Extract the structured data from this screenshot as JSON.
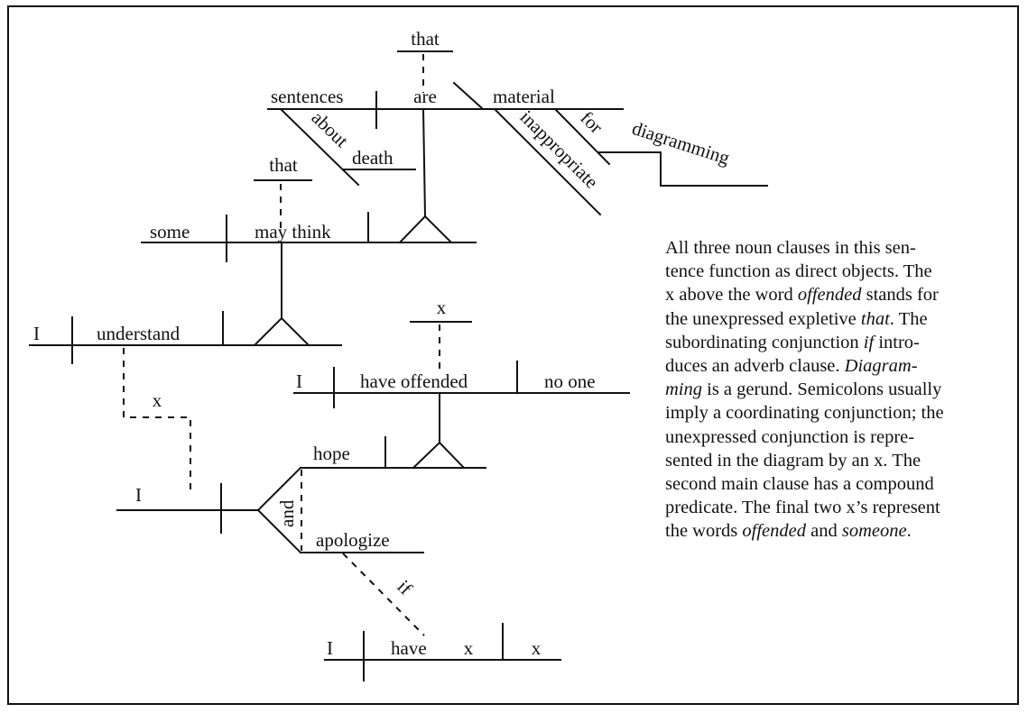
{
  "diagram": {
    "title": "Sentence diagram",
    "words": {
      "that_top": "that",
      "sentences": "sentences",
      "are": "are",
      "material": "material",
      "about": "about",
      "death": "death",
      "inappropriate": "inappropriate",
      "for": "for",
      "diagramming": "diagramming",
      "that_mid": "that",
      "some": "some",
      "may_think": "may think",
      "I_1": "I",
      "understand": "understand",
      "x_above": "x",
      "I_2": "I",
      "have_offended": "have offended",
      "no_one": "no one",
      "x_conj": "x",
      "hope": "hope",
      "I_3": "I",
      "and": "and",
      "apologize": "apologize",
      "if": "if",
      "I_4": "I",
      "have": "have",
      "x_verb": "x",
      "x_obj": "x"
    }
  },
  "caption": {
    "lines": [
      [
        {
          "t": "All three noun clauses in this sen-"
        }
      ],
      [
        {
          "t": "tence function as direct objects. The"
        }
      ],
      [
        {
          "t": "x above the word "
        },
        {
          "t": "offended",
          "i": true
        },
        {
          "t": " stands for"
        }
      ],
      [
        {
          "t": "the unexpressed expletive "
        },
        {
          "t": "that",
          "i": true
        },
        {
          "t": ". The"
        }
      ],
      [
        {
          "t": "subordinating conjunction "
        },
        {
          "t": "if",
          "i": true
        },
        {
          "t": " intro-"
        }
      ],
      [
        {
          "t": "duces an adverb clause. "
        },
        {
          "t": "Diagram-",
          "i": true
        }
      ],
      [
        {
          "t": "ming",
          "i": true
        },
        {
          "t": " is a gerund. Semicolons usually"
        }
      ],
      [
        {
          "t": "imply a coordinating conjunction; the"
        }
      ],
      [
        {
          "t": "unexpressed conjunction is repre-"
        }
      ],
      [
        {
          "t": "sented in the diagram by an x. The"
        }
      ],
      [
        {
          "t": "second main clause has a compound"
        }
      ],
      [
        {
          "t": "predicate. The final two x’s represent"
        }
      ],
      [
        {
          "t": "the words "
        },
        {
          "t": "offended",
          "i": true
        },
        {
          "t": " and "
        },
        {
          "t": "someone",
          "i": true
        },
        {
          "t": "."
        }
      ]
    ]
  }
}
